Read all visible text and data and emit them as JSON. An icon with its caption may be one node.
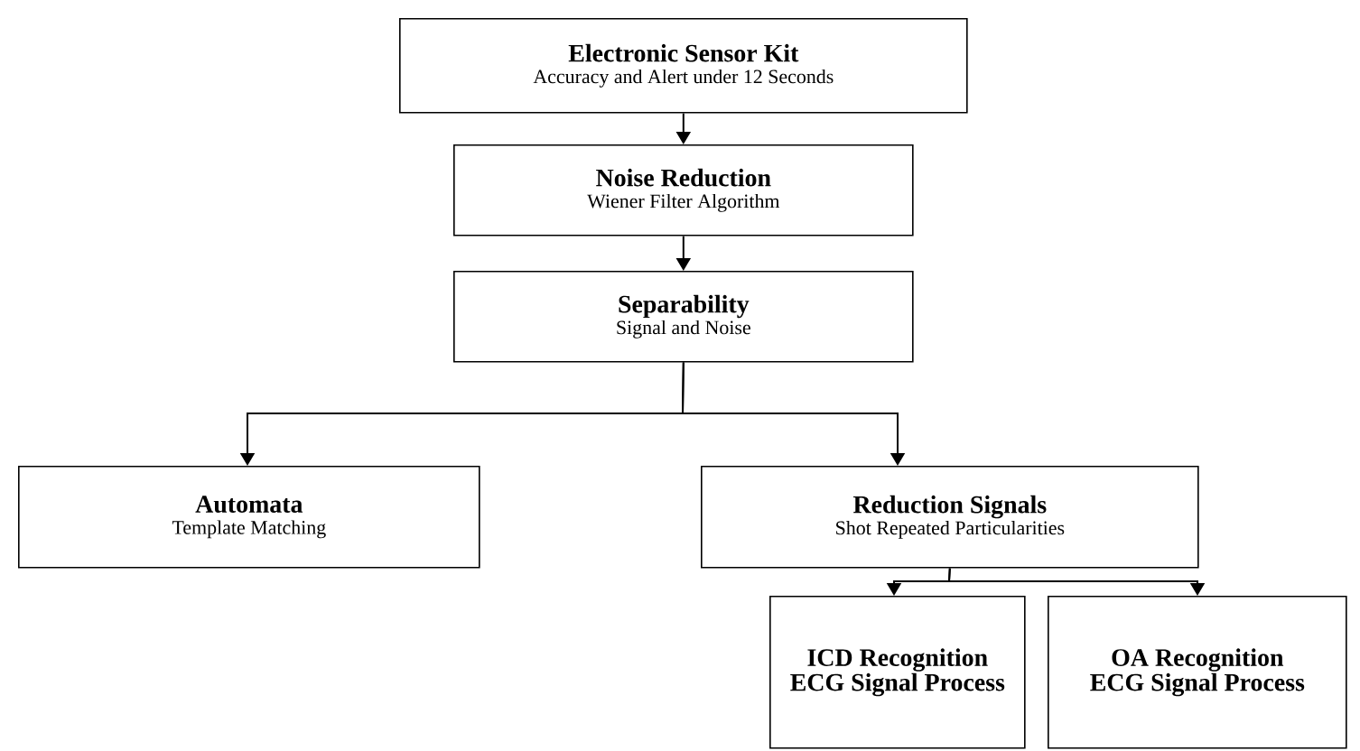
{
  "diagram": {
    "nodes": [
      {
        "text": [
          "Electronic Sensor Kit",
          "Accuracy and Alert under 12 Seconds"
        ]
      },
      {
        "text": [
          "Noise Reduction",
          "Wiener Filter Algorithm"
        ]
      },
      {
        "text": [
          "Separability",
          "Signal and Noise"
        ]
      },
      {
        "text": [
          "Automata",
          "Template Matching"
        ]
      },
      {
        "text": [
          "Reduction Signals",
          "Shot Repeated Particularities"
        ]
      },
      {
        "text": [
          "ICD Recognition",
          "ECG Signal Process"
        ]
      },
      {
        "text": [
          "OA Recognition",
          "ECG Signal Process"
        ]
      }
    ],
    "edges": [
      {
        "from": 0,
        "to": 1,
        "arrow": "to"
      },
      {
        "from": 1,
        "to": 2,
        "arrow": "to"
      },
      {
        "from": 2,
        "to": 3,
        "arrow": "to"
      },
      {
        "from": 2,
        "to": 4,
        "arrow": "to"
      },
      {
        "from": 4,
        "to": 5,
        "arrow": "to"
      },
      {
        "from": 4,
        "to": 6,
        "arrow": "to"
      }
    ]
  }
}
